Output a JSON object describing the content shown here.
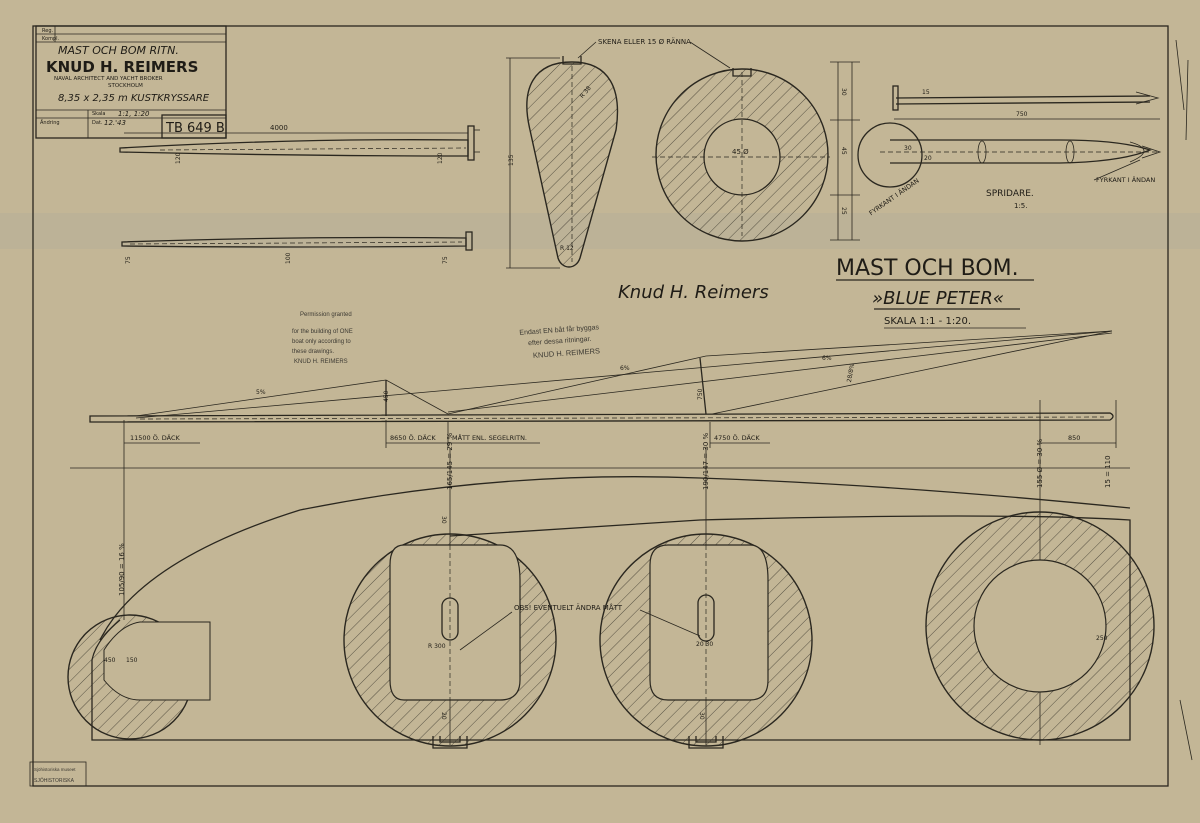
{
  "title_block": {
    "cells": [
      "Reg.",
      "Kompl."
    ],
    "title": "MAST OCH BOM RITN.",
    "firm": "KNUD H. REIMERS",
    "firm_sub1": "NAVAL ARCHITECT AND YACHT BROKER",
    "firm_sub2": "STOCKHOLM",
    "boat": "8,35 x 2,35 m KUSTKRYSSARE",
    "scale_label": "Skala",
    "scale": "1:1, 1:20",
    "change_label": "Ändring",
    "date_label": "Dat.",
    "date": "12.'43",
    "drawing_no": "TB 649 B"
  },
  "heading": {
    "main": "MAST OCH BOM.",
    "name": "»BLUE PETER«",
    "scale": "SKALA 1:1 - 1:20."
  },
  "boom": {
    "length": "4000",
    "dim_a": "120",
    "dim_b": "120",
    "dim_c": "75",
    "dim_d": "100",
    "dim_e": "75"
  },
  "track_note": "SKENA ELLER 15 Ø RÄNNA",
  "boom_section": {
    "height": "135",
    "r_top": "R 38",
    "r_bot": "R 12"
  },
  "ring": {
    "hole": "45 Ø",
    "d1": "30",
    "d2": "45",
    "d3": "25"
  },
  "spreader": {
    "length": "750",
    "d1": "15",
    "d2": "30",
    "d3": "20",
    "label": "SPRIDARE.",
    "scale": "1:5.",
    "note_left": "FYRKANT I ÄNDAN",
    "note_right": "FYRKANT I ÄNDAN"
  },
  "stamps": {
    "perm_title": "Permission granted",
    "perm_l1": "for the building of ONE",
    "perm_l2": "boat only according to",
    "perm_l3": "these drawings.",
    "perm_l4": "KNUD H. REIMERS",
    "sw_l1": "Endast EN båt får byggas",
    "sw_l2": "efter dessa ritningar.",
    "sw_l3": "KNUD H. REIMERS",
    "archive_l1": "Sjöhistoriska museet",
    "archive_l2": "SJÖHISTORISKA"
  },
  "signature": "Knud H. Reimers",
  "mast": {
    "angle_a": "5%",
    "angle_b": "6%",
    "angle_c": "6%",
    "angle_d": "28/8%",
    "spreader_a": "450",
    "spreader_b": "750",
    "mark_a": "11500 Ö. DÄCK",
    "mark_b": "8650 Ö. DÄCK",
    "mark_note": "MÅTT ENL. SEGELRITN.",
    "mark_c": "4750 Ö. DÄCK",
    "mark_d": "850"
  },
  "sections": {
    "s1": "105/90 = 16 %",
    "s2": "165/145 = 29 %",
    "s3": "190/147 = 30 %",
    "s4": "155 Ø = 30 %",
    "s5": "15 = 110",
    "w1": "450",
    "w2": "150",
    "r": "R 300",
    "c1": "30",
    "c2": "20",
    "c3": "30",
    "inner": "20 30",
    "note": "OBS! EVENTUELT ÄNDRA MÅTT",
    "right": "250"
  }
}
